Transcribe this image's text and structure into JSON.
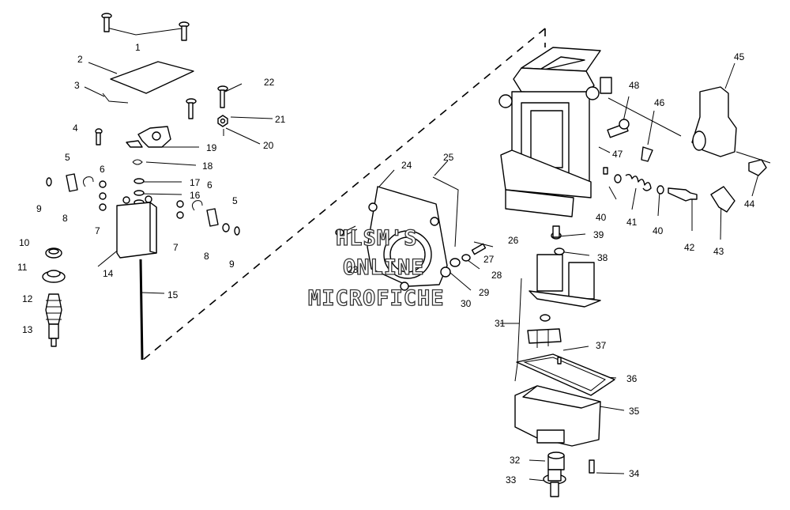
{
  "diagram": {
    "callouts": [
      "1",
      "2",
      "3",
      "4",
      "5",
      "6",
      "7",
      "8",
      "9",
      "10",
      "11",
      "12",
      "13",
      "14",
      "15",
      "16",
      "17",
      "18",
      "19",
      "20",
      "21",
      "22",
      "23",
      "24",
      "25",
      "26",
      "27",
      "28",
      "29",
      "30",
      "31",
      "32",
      "33",
      "34",
      "35",
      "36",
      "37",
      "38",
      "39",
      "40",
      "41",
      "42",
      "43",
      "44",
      "45",
      "46",
      "47",
      "48",
      "5",
      "6",
      "7",
      "8",
      "9",
      "40"
    ],
    "watermark": {
      "line1": "HLSM'S",
      "line2": "ONLINE",
      "line3": "MICROFICHE"
    }
  }
}
